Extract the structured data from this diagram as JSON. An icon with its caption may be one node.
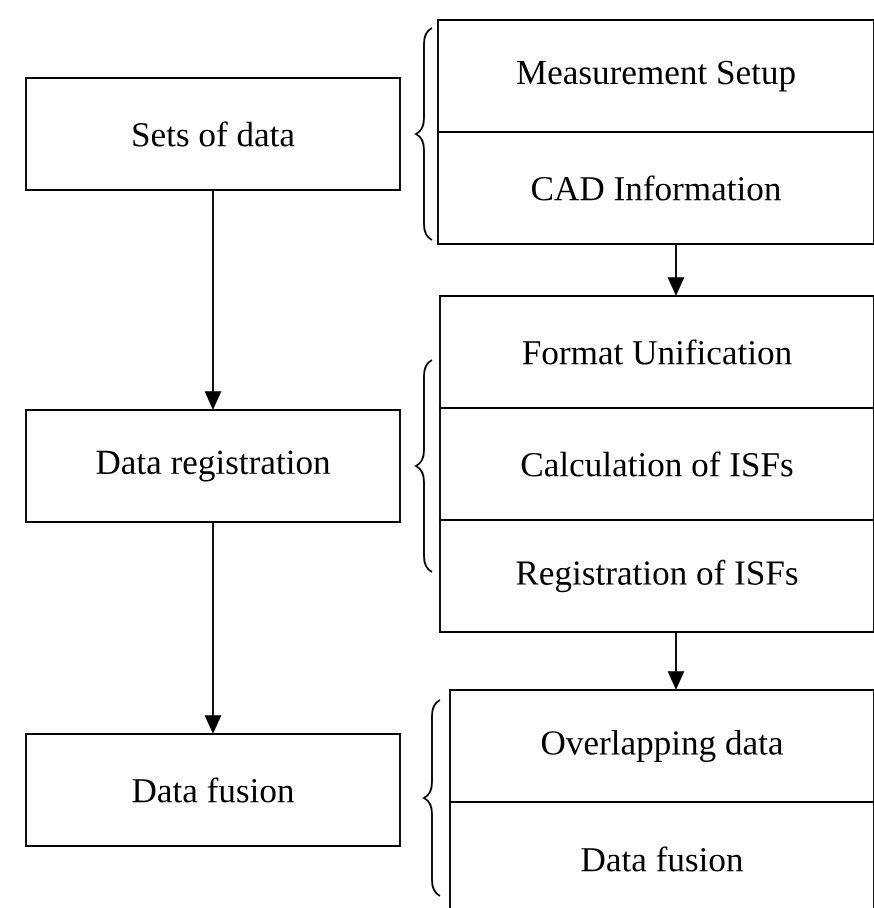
{
  "diagram": {
    "nodes": [
      {
        "text": [
          "Sets of data"
        ]
      },
      {
        "text": [
          "Data registration"
        ]
      },
      {
        "text": [
          "Data fusion"
        ]
      },
      {
        "text": [
          "Measurement Setup"
        ]
      },
      {
        "text": [
          "CAD Information"
        ]
      },
      {
        "text": [
          "Format Unification"
        ]
      },
      {
        "text": [
          "Calculation of ISFs"
        ]
      },
      {
        "text": [
          "Registration of ISFs"
        ]
      },
      {
        "text": [
          "Overlapping data"
        ]
      },
      {
        "text": [
          "Data fusion"
        ]
      }
    ],
    "edges": [
      {
        "from": 0,
        "to": 1,
        "arrow": "to"
      },
      {
        "from": 1,
        "to": 2,
        "arrow": "to"
      },
      {
        "from": 4,
        "to": 5,
        "arrow": "to"
      },
      {
        "from": 7,
        "to": 8,
        "arrow": "to"
      }
    ]
  }
}
